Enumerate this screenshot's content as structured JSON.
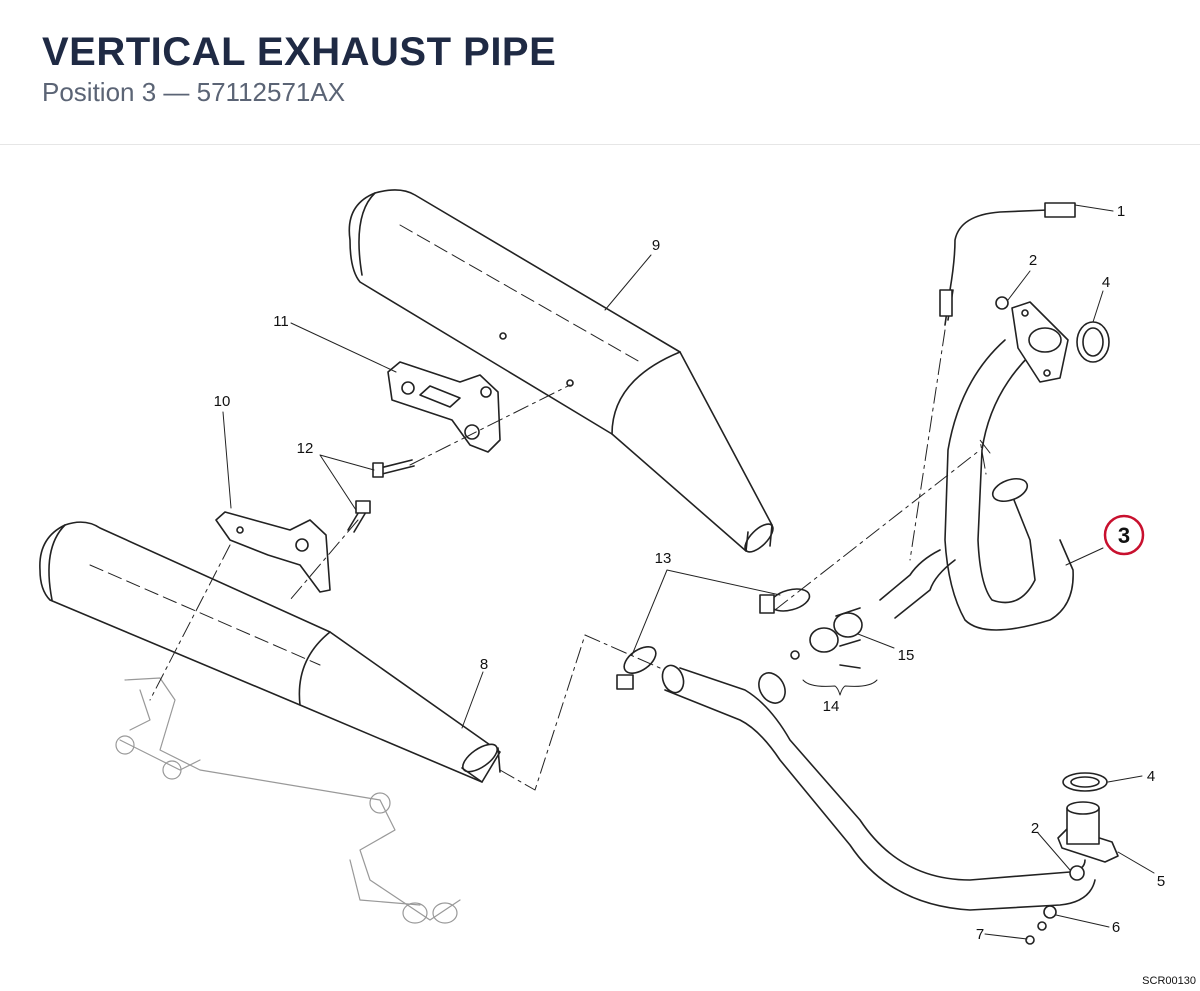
{
  "header": {
    "title": "VERTICAL EXHAUST PIPE",
    "subtitle": "Position 3 — 57112571AX"
  },
  "diagram": {
    "labels": [
      "1",
      "2",
      "4",
      "9",
      "11",
      "10",
      "12",
      "13",
      "15",
      "14",
      "8",
      "4",
      "2",
      "5",
      "6",
      "7"
    ],
    "highlight": {
      "label": "3",
      "color": "#c8102e"
    },
    "drawing_code": "SCR00130"
  }
}
